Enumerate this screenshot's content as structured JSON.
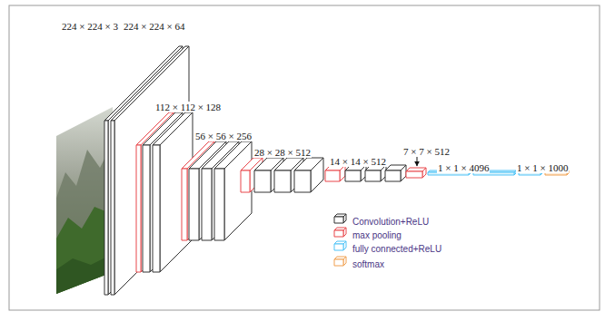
{
  "diagram": {
    "labels": [
      "224 × 224 × 3",
      "224 × 224 × 64",
      "112 × 112 × 128",
      "56 × 56 × 256",
      "28 × 28 × 512",
      "14 × 14 × 512",
      "7 × 7 × 512",
      "1 × 1 × 4096",
      "1 × 1 × 1000"
    ],
    "legend": [
      {
        "text": "Convolution+ReLU",
        "color": "#333333"
      },
      {
        "text": "max pooling",
        "color": "#e8474b"
      },
      {
        "text": "fully connected+ReLU",
        "color": "#4fc3f7"
      },
      {
        "text": "softmax",
        "color": "#f0a050"
      }
    ]
  }
}
